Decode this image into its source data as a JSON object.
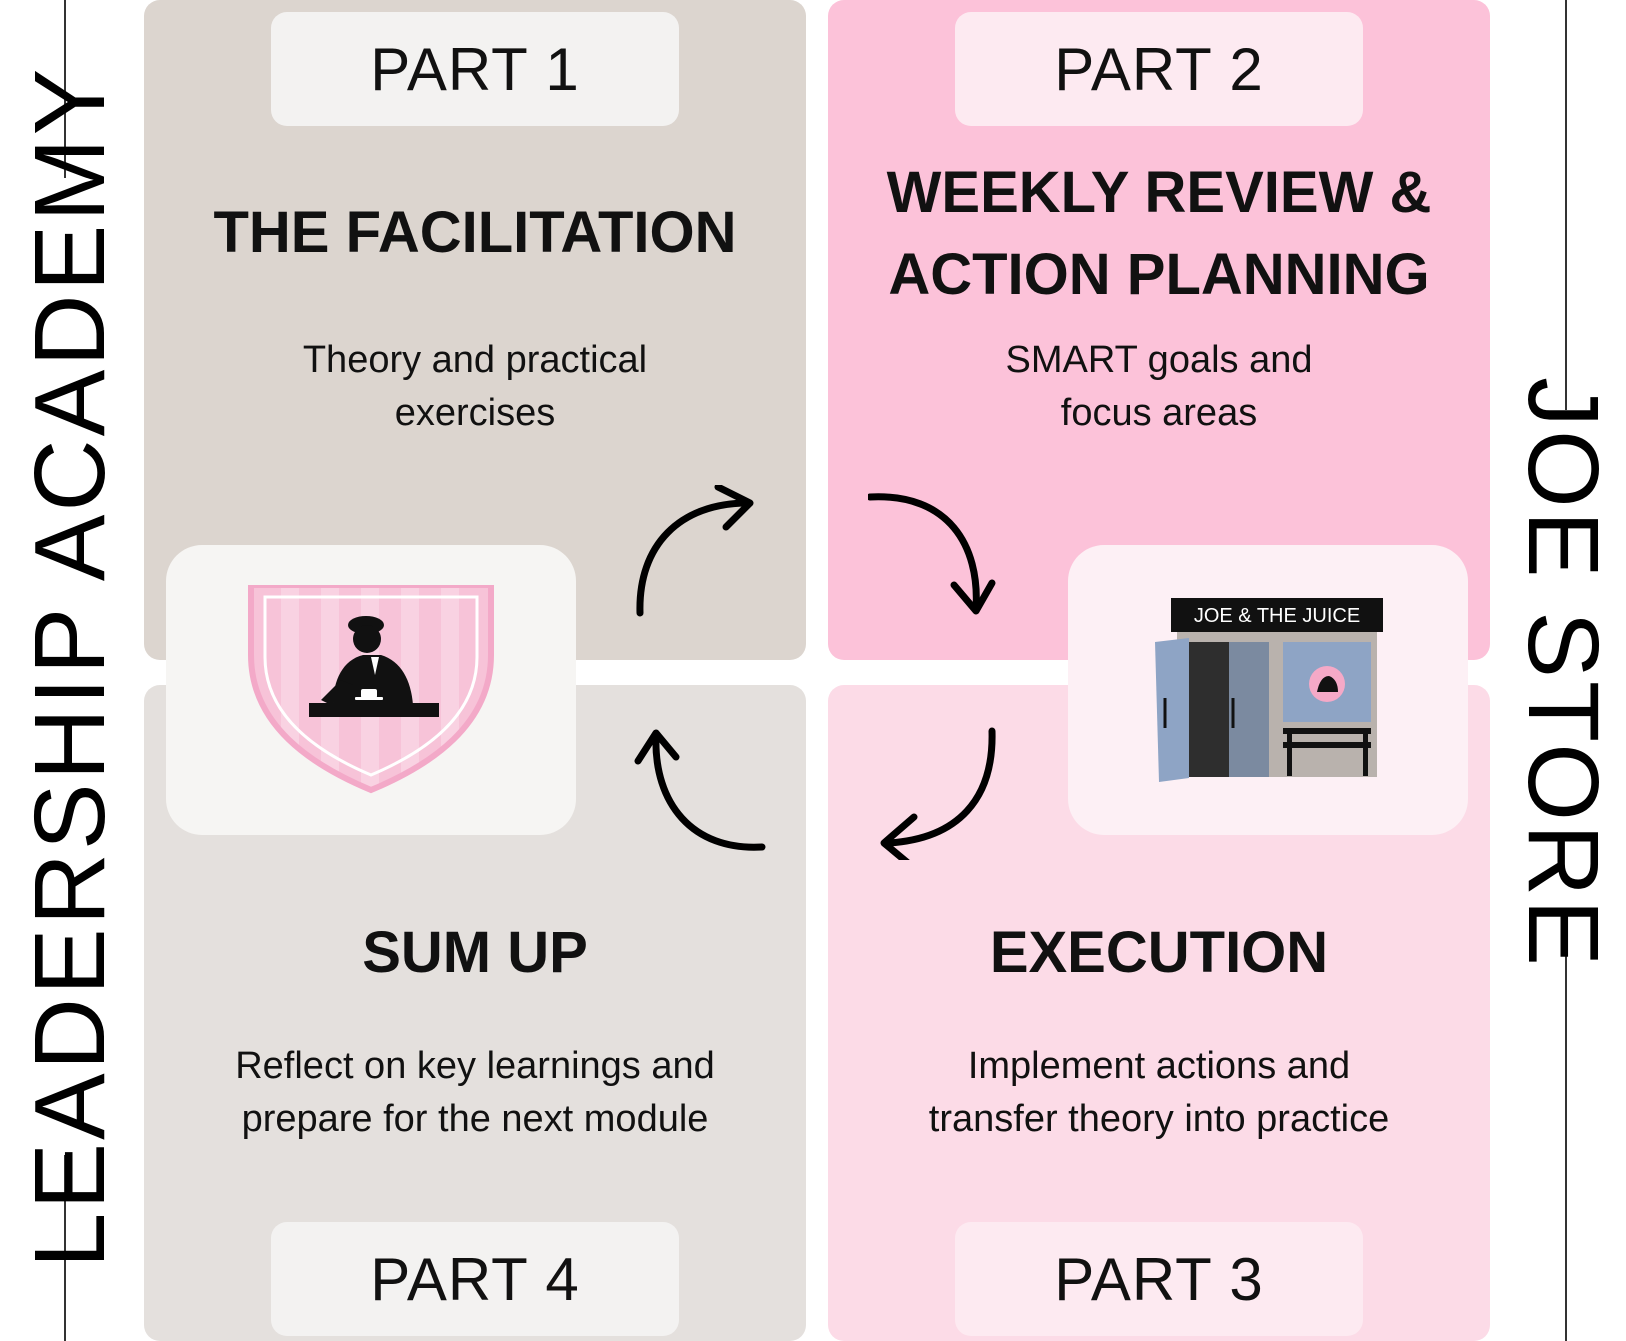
{
  "sidebar_left": {
    "title": "LEADERSHIP ACADEMY"
  },
  "sidebar_right": {
    "title": "JOE STORE"
  },
  "parts": [
    {
      "label": "PART 1",
      "heading": "THE FACILITATION",
      "description_lines": [
        "Theory and practical",
        "exercises"
      ]
    },
    {
      "label": "PART 2",
      "heading_lines": [
        "WEEKLY REVIEW &",
        "ACTION PLANNING"
      ],
      "description_lines": [
        "SMART goals and",
        "focus areas"
      ]
    },
    {
      "label": "PART 3",
      "heading": "EXECUTION",
      "description_lines": [
        "Implement actions and",
        "transfer theory into practice"
      ]
    },
    {
      "label": "PART 4",
      "heading": "SUM UP",
      "description_lines": [
        "Reflect on key learnings and",
        "prepare for the next module"
      ]
    }
  ],
  "store_sign": {
    "text": "JOE & THE JUICE"
  },
  "icons": {
    "left": "academy-crest-icon",
    "right": "storefront-icon",
    "arrows": [
      "cycle-arrow-up-right-icon",
      "cycle-arrow-down-icon",
      "cycle-arrow-down-left-icon",
      "cycle-arrow-up-icon"
    ]
  },
  "colors": {
    "part1_bg": "#dcd5cf",
    "part2_bg": "#fcc2d9",
    "part3_bg": "#fcdbe7",
    "part4_bg": "#e4e0dd",
    "crest_pink": "#f5b8d0"
  }
}
